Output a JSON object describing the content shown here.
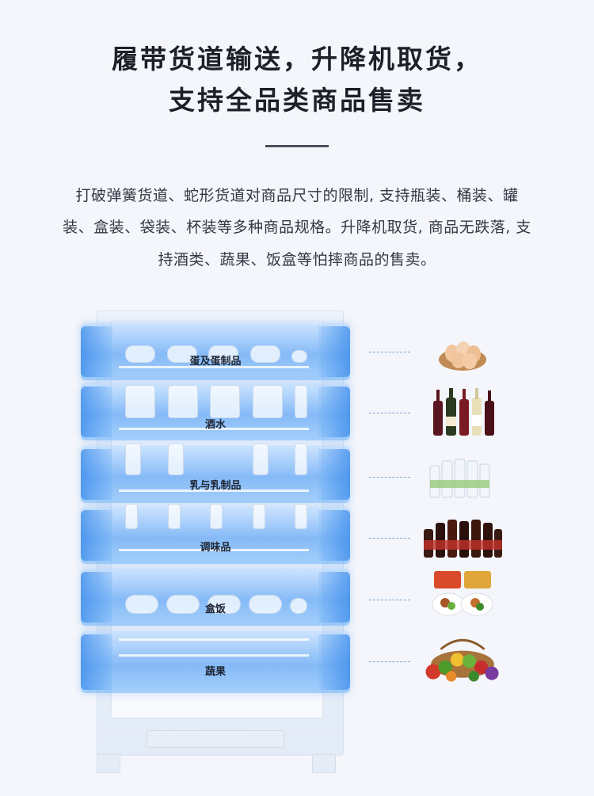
{
  "heading": {
    "line1": "履带货道输送，升降机取货，",
    "line2": "支持全品类商品售卖"
  },
  "description": {
    "line1": "打破弹簧货道、蛇形货道对商品尺寸的限制, 支持瓶装、桶装、罐",
    "line2": "装、盒装、袋装、杯装等多种商品规格。升降机取货, 商品无跌落, 支",
    "line3": "持酒类、蔬果、饭盒等怕摔商品的售卖。"
  },
  "bands": [
    {
      "label": "蛋及蛋制品",
      "thumb_icon": "egg-basket-icon"
    },
    {
      "label": "酒水",
      "thumb_icon": "wine-bottles-icon"
    },
    {
      "label": "乳与乳制品",
      "thumb_icon": "milk-bottles-icon"
    },
    {
      "label": "调味品",
      "thumb_icon": "condiment-bottles-icon"
    },
    {
      "label": "盒饭",
      "thumb_icon": "lunch-box-icon"
    },
    {
      "label": "蔬果",
      "thumb_icon": "vegetable-basket-icon"
    }
  ],
  "colors": {
    "band_blue": "#5fa5f5",
    "dash": "#7aa8d8",
    "background": "#f4f6fb"
  }
}
